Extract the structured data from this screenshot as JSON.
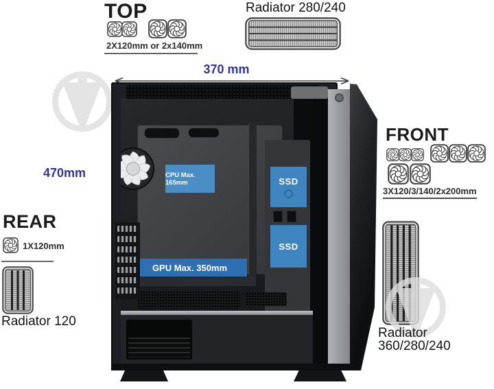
{
  "colors": {
    "accent_blue": "#4a8ec5",
    "ssd_blue": "#3f86c0",
    "gpu_blue": "#2e6fb2",
    "dim_text": "#2f3692",
    "wm_gray": "#dedede"
  },
  "sections": {
    "top": {
      "title": "TOP",
      "fans_label": "2X120mm or 2x140mm"
    },
    "top_radiator": {
      "label": "Radiator 280/240"
    },
    "dimensions": {
      "width": "370 mm",
      "height": "470mm"
    },
    "rear": {
      "title": "REAR",
      "fan_label": "1X120mm",
      "radiator_label": "Radiator 120"
    },
    "front": {
      "title": "FRONT",
      "fans_label": "3X120/3/140/2x200mm",
      "radiator_label": "Radiator 360/280/240"
    },
    "case_labels": {
      "cpu": "CPU Max. 165mm",
      "ssd_top": "SSD",
      "ssd_bottom": "SSD",
      "gpu": "GPU Max. 350mm"
    }
  },
  "icons": {
    "fan": "fan-icon",
    "radiator_horizontal": "radiator-horizontal-icon",
    "radiator_vertical": "radiator-vertical-icon",
    "watermark": "watermark-logo"
  }
}
